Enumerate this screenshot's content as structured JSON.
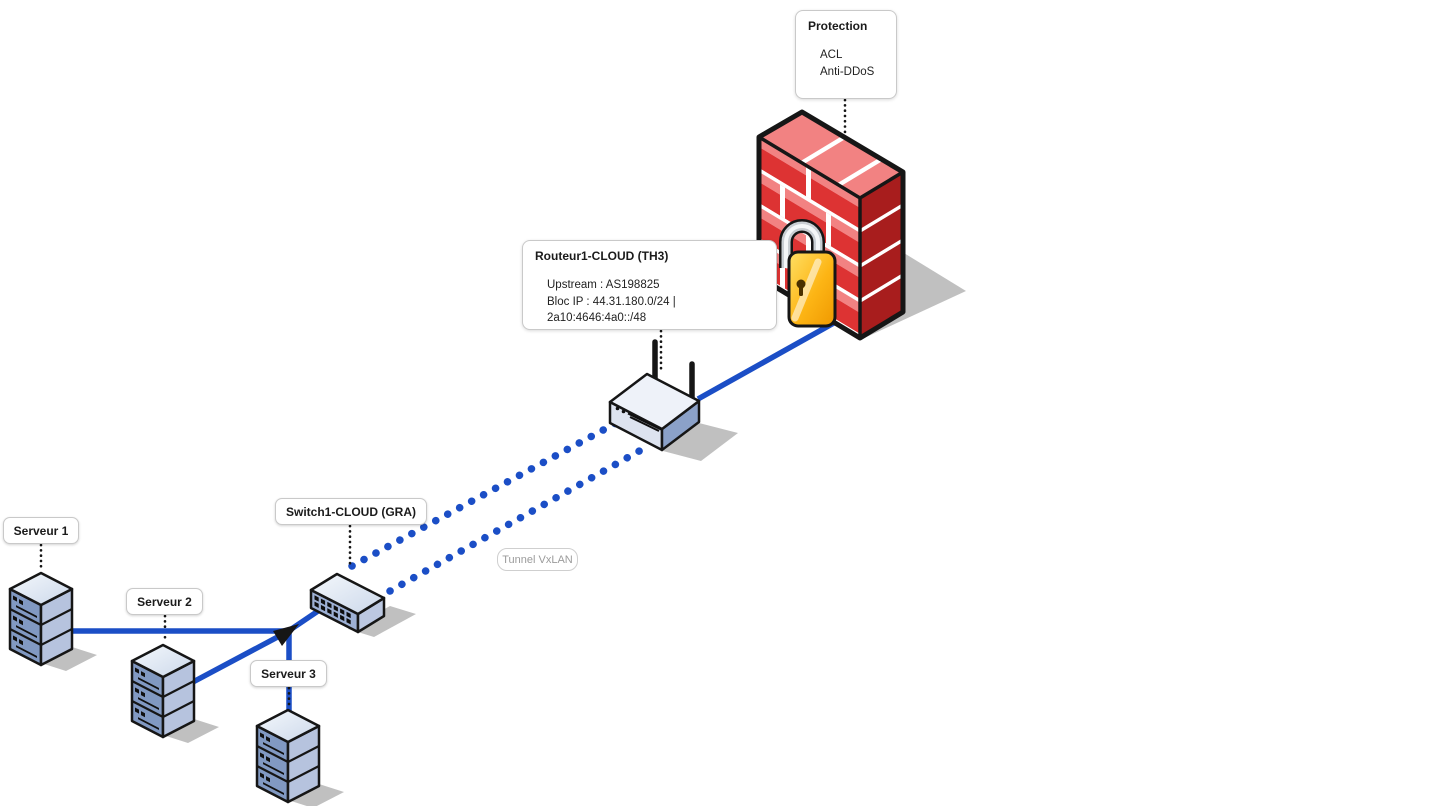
{
  "diagram": {
    "background": "#ffffff",
    "palette": {
      "link_blue": "#1b4ec6",
      "outline_black": "#161616",
      "firewall_red": "#dd3333",
      "firewall_pink": "#f28282",
      "firewall_dark_red": "#a81d1d",
      "padlock_gold": "#f5a800",
      "shadow_gray": "#b5b5b5",
      "muted_text": "#9b9b9b"
    },
    "nodes": {
      "protection": {
        "title": "Protection",
        "lines": [
          "ACL",
          "Anti-DDoS"
        ]
      },
      "router_info": {
        "title": "Routeur1-CLOUD (TH3)",
        "lines": [
          "Upstream : AS198825",
          "Bloc IP : 44.31.180.0/24 | 2a10:4646:4a0::/48"
        ]
      },
      "switch": {
        "label": "Switch1-CLOUD (GRA)"
      },
      "server1": {
        "label": "Serveur 1"
      },
      "server2": {
        "label": "Serveur 2"
      },
      "server3": {
        "label": "Serveur 3"
      },
      "firewall": {
        "icon": "firewall-brick-wall-with-padlock"
      },
      "router": {
        "icon": "wireless-router"
      },
      "switch_device": {
        "icon": "ethernet-switch"
      },
      "servers": {
        "icon": "server-stack"
      }
    },
    "links": {
      "tunnel": {
        "label": "Tunnel VxLAN",
        "style": "dotted-blue"
      },
      "server_links": {
        "style": "solid-blue",
        "arrow": "toward-switch"
      },
      "router_firewall": {
        "style": "solid-blue"
      },
      "label_connectors": {
        "style": "dotted-black"
      }
    }
  }
}
